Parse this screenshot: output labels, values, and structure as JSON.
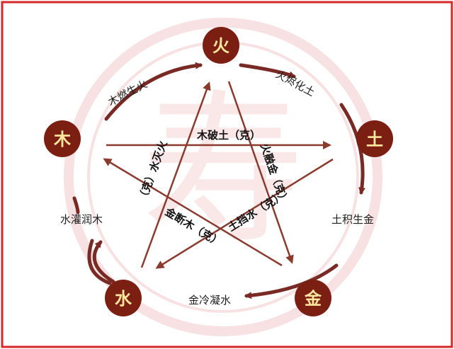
{
  "colors": {
    "border": "#d62828",
    "node_fill": "#7a1f12",
    "node_text": "#ffe7a0",
    "cycle_arrow": "#7a2a24",
    "control_arrow": "#8b3a2e",
    "watermark": "#f3c9cc"
  },
  "elements": {
    "fire": "火",
    "earth": "土",
    "metal": "金",
    "water": "水",
    "wood": "木"
  },
  "generating": {
    "wood_fire": "木燃生火",
    "fire_earth": "火烬化土",
    "earth_metal": "土积生金",
    "metal_water": "金冷凝水",
    "water_wood": "水灌润木"
  },
  "controlling": {
    "wood_earth": "木破土（克）",
    "water_fire": "（克）水灭火",
    "fire_metal": "火融金（克）",
    "metal_wood": "金断木（克）",
    "earth_water": "土挡水（克）"
  },
  "watermark_glyph": "寿"
}
